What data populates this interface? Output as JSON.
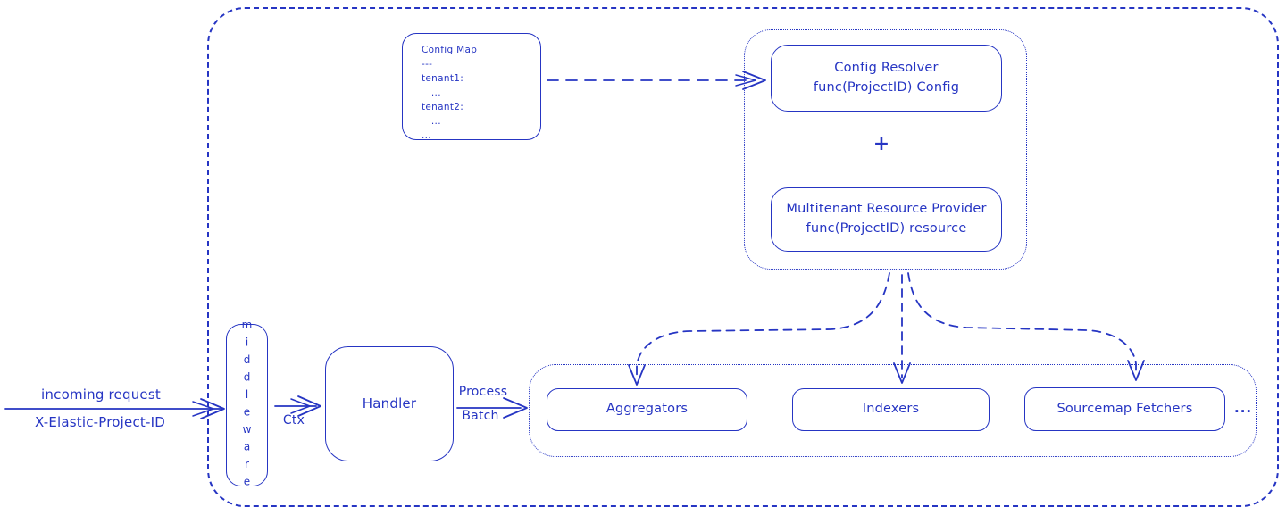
{
  "colors": {
    "stroke": "#2635c3",
    "background": "#ffffff"
  },
  "diagram": {
    "config_map": {
      "lines": [
        "Config Map",
        "---",
        "tenant1:",
        "   ...",
        "tenant2:",
        "   ...",
        "..."
      ]
    },
    "resolver_group": {
      "config_resolver": {
        "line1": "Config Resolver",
        "line2": "func(ProjectID) Config"
      },
      "plus": "+",
      "resource_provider": {
        "line1": "Multitenant Resource Provider",
        "line2": "func(ProjectID) resource"
      }
    },
    "middleware": {
      "label": "middleware"
    },
    "handler": {
      "label": "Handler"
    },
    "workers": {
      "aggregators": "Aggregators",
      "indexers": "Indexers",
      "sourcemap_fetchers": "Sourcemap Fetchers",
      "more": "..."
    },
    "labels": {
      "incoming_request": "incoming request",
      "project_header": "X-Elastic-Project-ID",
      "ctx": "Ctx",
      "process": "Process",
      "batch": "Batch"
    }
  }
}
